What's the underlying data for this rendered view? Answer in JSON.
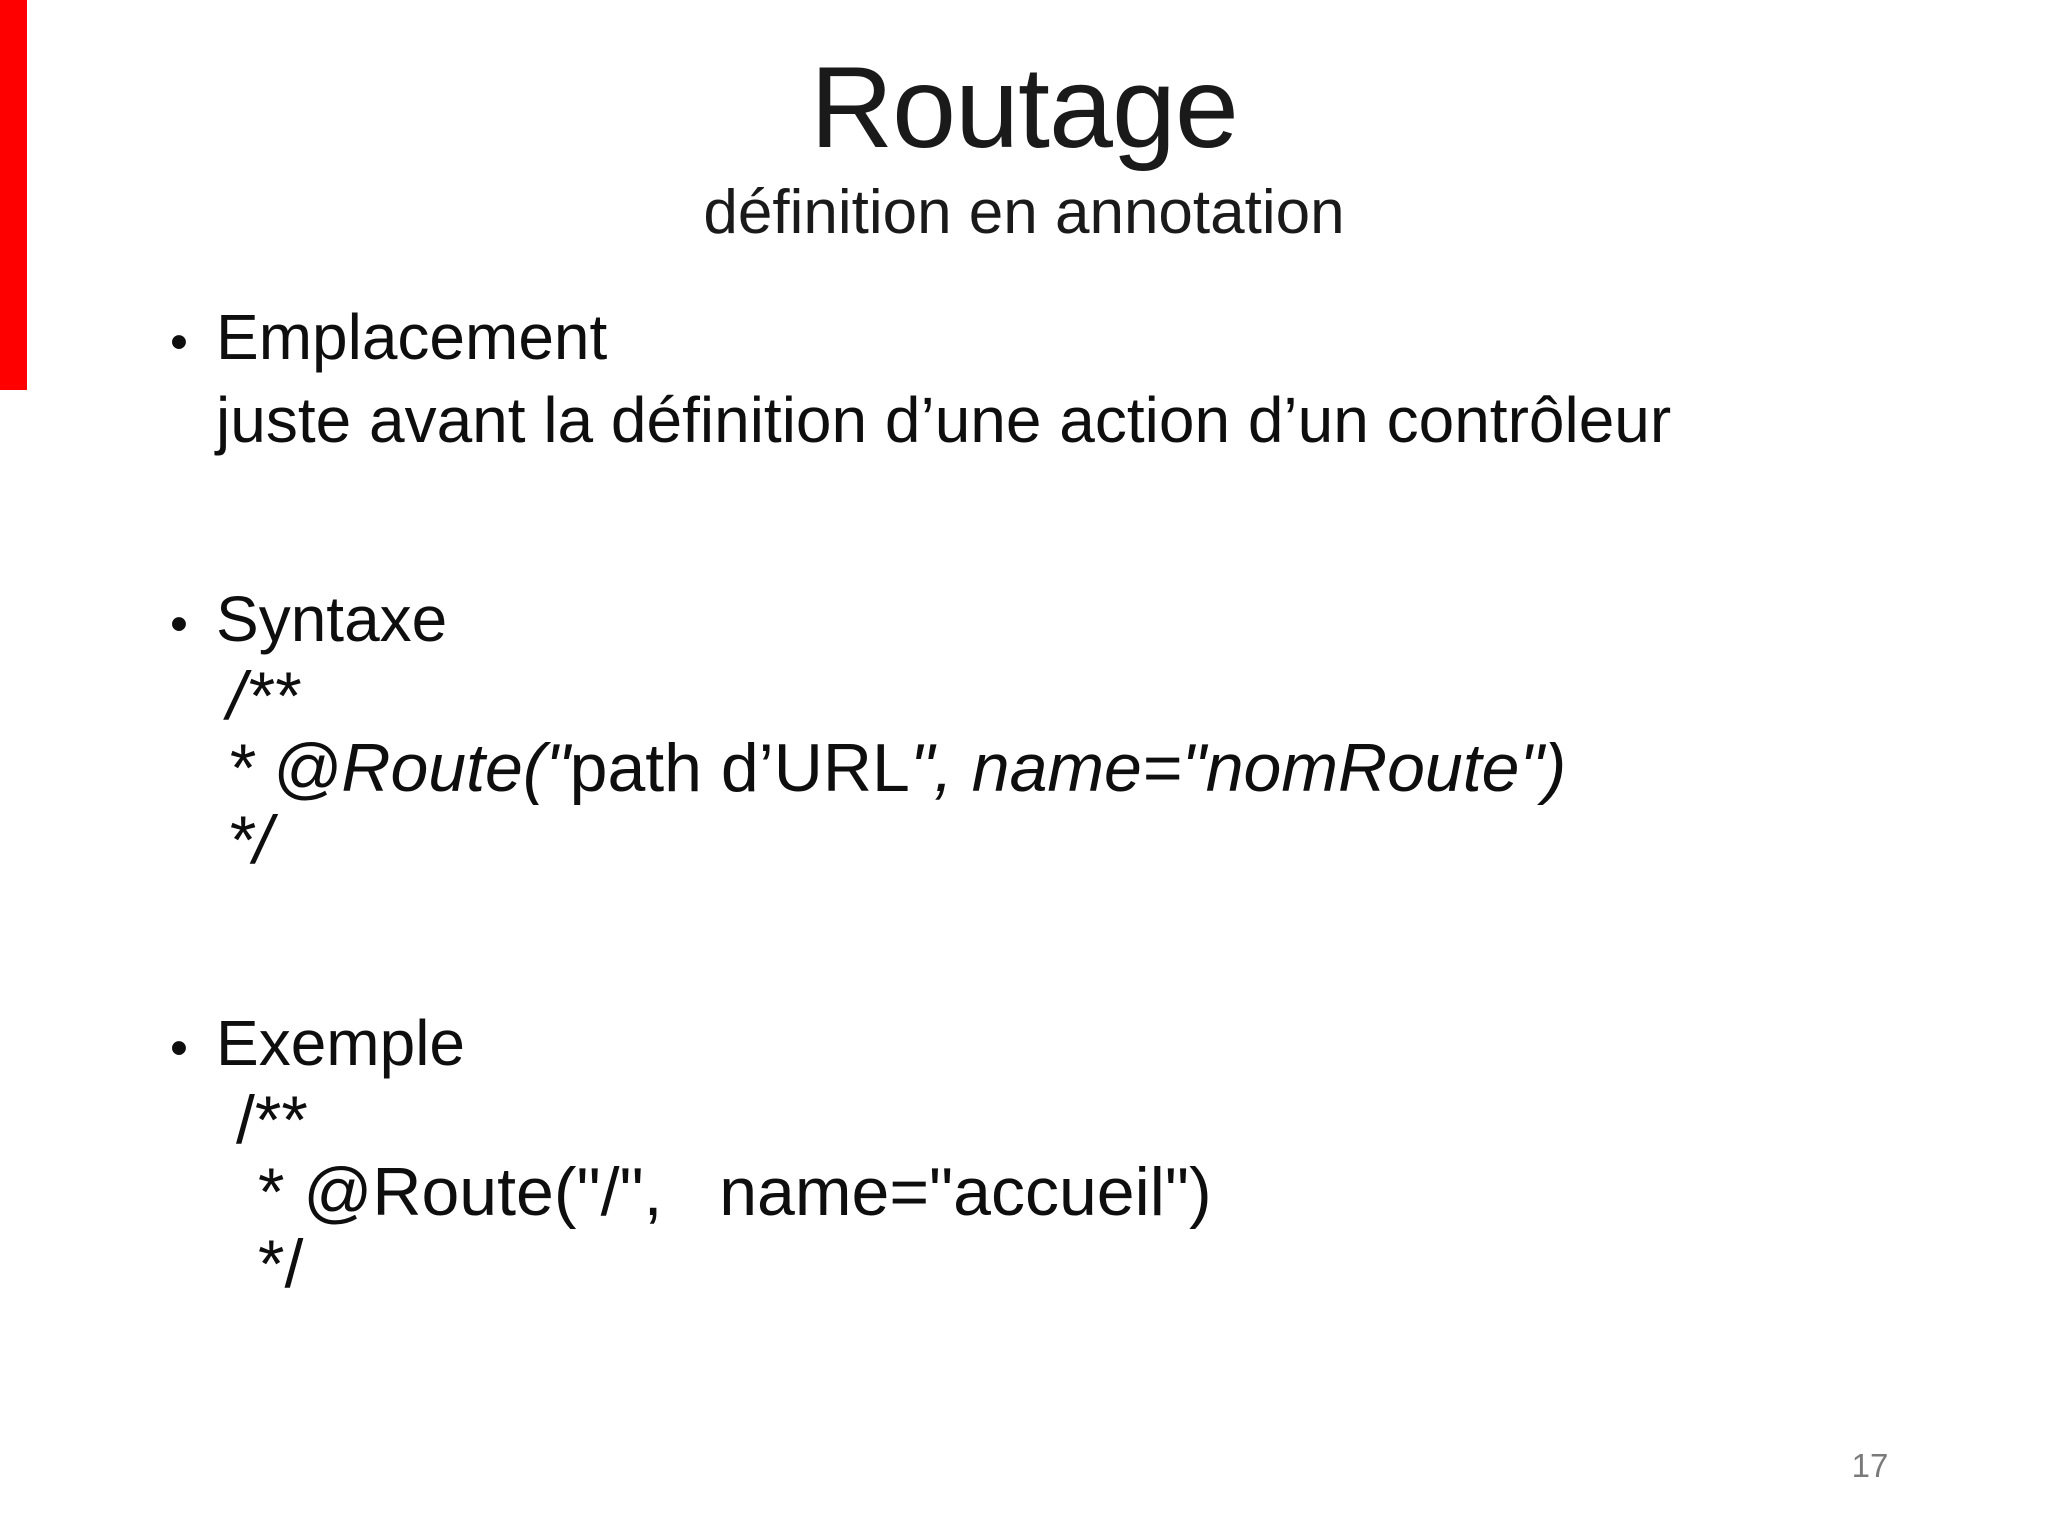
{
  "slide": {
    "title": "Routage",
    "subtitle": "définition en annotation",
    "bullet_char": "•",
    "page_number": "17",
    "colors": {
      "background": "#ffffff",
      "text": "#111111",
      "red_bar": "#ff0000",
      "page_number": "#7a7a7a"
    },
    "emplacement": {
      "heading": "Emplacement",
      "line2": "juste avant la définition d’une action d’un contrôleur"
    },
    "syntaxe": {
      "heading": "Syntaxe",
      "comment_open": "/**",
      "code_italic_1": "* @Route(\"",
      "code_upright": "path d’URL",
      "code_italic_2": "\", name=\"nomRoute\")",
      "comment_close": "*/"
    },
    "exemple": {
      "heading": "Exemple",
      "comment_open": "/**",
      "code": "* @Route(\"/\",   name=\"accueil\")",
      "comment_close": "*/"
    }
  }
}
